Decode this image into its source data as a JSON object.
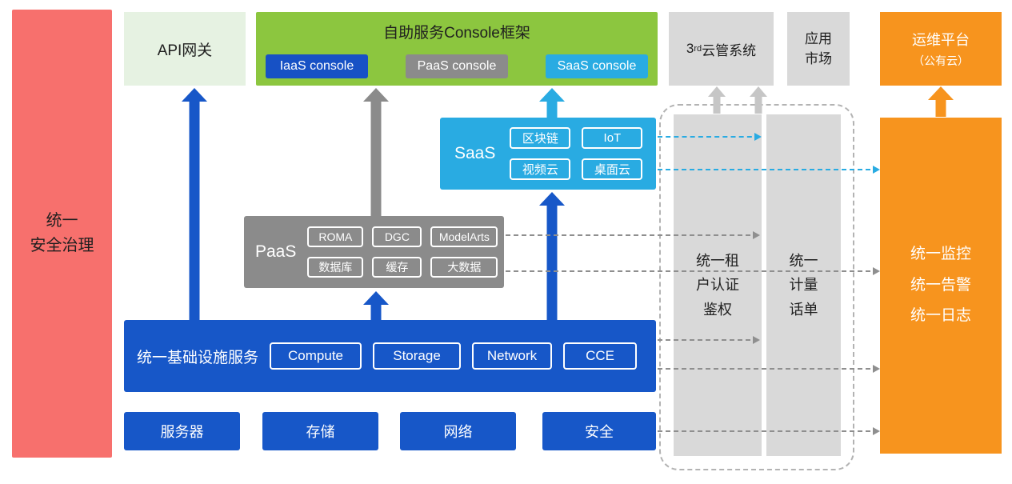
{
  "colors": {
    "red": "#f7706d",
    "pale_green": "#e6f2e2",
    "green": "#8cc63f",
    "blue": "#1757c8",
    "gray": "#8b8b8b",
    "light_gray": "#d9d9d9",
    "cyan": "#29abe2",
    "orange": "#f7941e"
  },
  "security_bar": {
    "label": "统一\n安全治理"
  },
  "top_row": {
    "api_gateway": "API网关",
    "console_frame": {
      "title": "自助服务Console框架",
      "consoles": [
        {
          "label": "IaaS console"
        },
        {
          "label": "PaaS console"
        },
        {
          "label": "SaaS console"
        }
      ]
    },
    "third_party_cloud": {
      "prefix": "3",
      "sup": "rd",
      "suffix": "云管系统"
    },
    "app_market": "应用\n市场",
    "om_platform": {
      "line1": "运维平台",
      "line2": "（公有云）"
    }
  },
  "saas": {
    "label": "SaaS",
    "chips": [
      "区块链",
      "IoT",
      "视频云",
      "桌面云"
    ]
  },
  "paas": {
    "label": "PaaS",
    "chips": [
      "ROMA",
      "DGC",
      "ModelArts",
      "数据库",
      "缓存",
      "大数据"
    ]
  },
  "iaas": {
    "label": "统一基础设施服务",
    "chips": [
      "Compute",
      "Storage",
      "Network",
      "CCE"
    ]
  },
  "foundation_boxes": [
    "服务器",
    "存储",
    "网络",
    "安全"
  ],
  "middleware_bars": [
    {
      "label": "统一租\n户认证\n鉴权"
    },
    {
      "label": "统一\n计量\n话单"
    }
  ],
  "monitor_box": {
    "label": "统一监控\n统一告警\n统一日志"
  }
}
